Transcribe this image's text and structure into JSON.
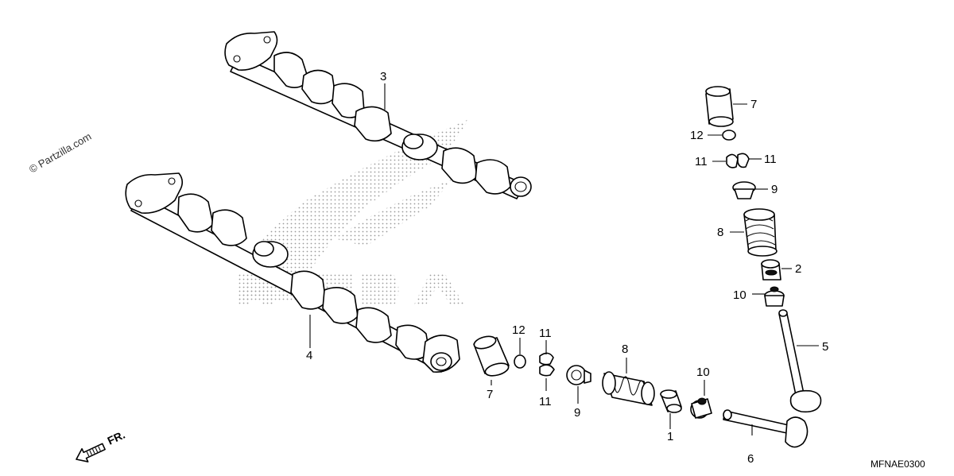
{
  "diagram": {
    "watermark": "© Partzilla.com",
    "drawing_code": "MFNAE0300",
    "direction_label": "FR.",
    "callouts": [
      {
        "id": "c3",
        "label": "3"
      },
      {
        "id": "c4",
        "label": "4"
      },
      {
        "id": "c7a",
        "label": "7"
      },
      {
        "id": "c12a",
        "label": "12"
      },
      {
        "id": "c11a",
        "label": "11"
      },
      {
        "id": "c11b",
        "label": "11"
      },
      {
        "id": "c9a",
        "label": "9"
      },
      {
        "id": "c8a",
        "label": "8"
      },
      {
        "id": "c2",
        "label": "2"
      },
      {
        "id": "c10a",
        "label": "10"
      },
      {
        "id": "c5",
        "label": "5"
      },
      {
        "id": "c7b",
        "label": "7"
      },
      {
        "id": "c12b",
        "label": "12"
      },
      {
        "id": "c11c",
        "label": "11"
      },
      {
        "id": "c11d",
        "label": "11"
      },
      {
        "id": "c9b",
        "label": "9"
      },
      {
        "id": "c8b",
        "label": "8"
      },
      {
        "id": "c1",
        "label": "1"
      },
      {
        "id": "c10b",
        "label": "10"
      },
      {
        "id": "c6",
        "label": "6"
      }
    ]
  }
}
